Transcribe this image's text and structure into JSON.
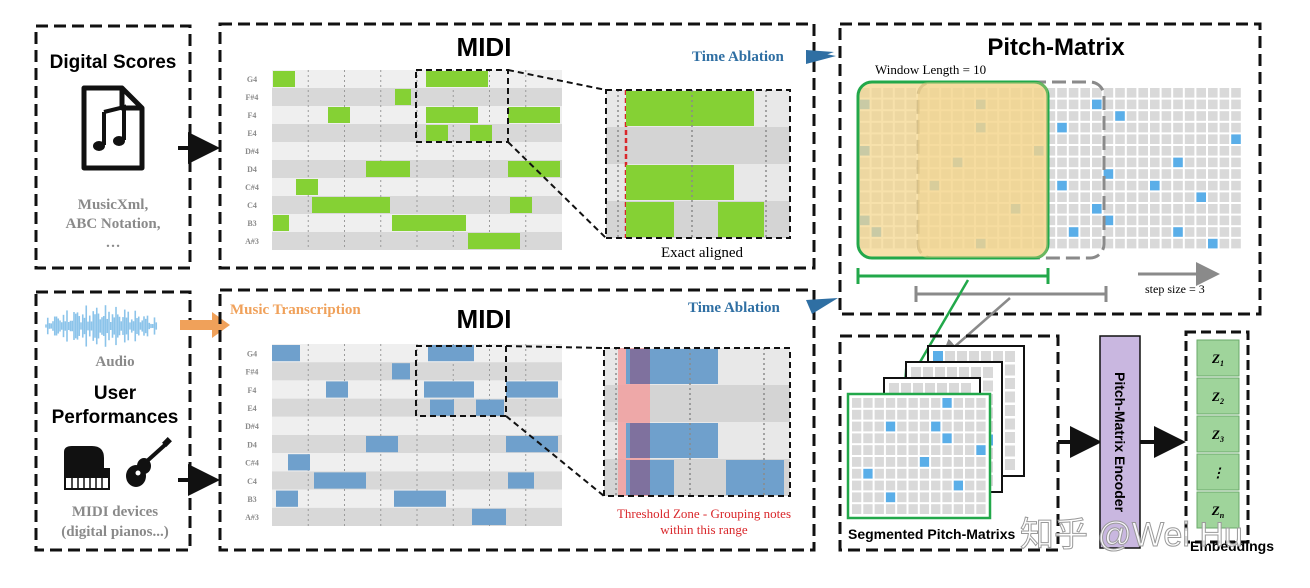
{
  "digital_scores": {
    "title": "Digital Scores",
    "formats": [
      "MusicXml,",
      "ABC Notation,",
      "…"
    ]
  },
  "user_performances": {
    "audio_label": "Audio",
    "title_line1": "User",
    "title_line2": "Performances",
    "devices": [
      "MIDI devices",
      "(digital pianos...)"
    ]
  },
  "midi": {
    "title": "MIDI",
    "pitches": [
      "G4",
      "F#4",
      "F4",
      "E4",
      "D#4",
      "D4",
      "C#4",
      "C4",
      "B3",
      "A#3"
    ],
    "exact_aligned": "Exact aligned",
    "threshold_zone": [
      "Threshold Zone - Grouping notes",
      "within this range"
    ],
    "music_transcription": "Music Transcription",
    "time_ablation": "Time Ablation"
  },
  "pitch_matrix": {
    "title": "Pitch-Matrix",
    "window_length": "Window Length = 10",
    "step_size": "step size = 3"
  },
  "segmented": {
    "label": "Segmented Pitch-Matrixs"
  },
  "encoder": {
    "label": "Pitch-Matrix Encoder"
  },
  "embeddings": {
    "label": "Embeddings",
    "items": [
      "Z",
      "Z",
      "Z",
      "⋮",
      "Z"
    ],
    "subscripts": [
      "1",
      "2",
      "3",
      "",
      "n"
    ]
  },
  "watermark": "知乎 @Wei Hu",
  "colors": {
    "score_note": "#85d134",
    "perf_note": "#6fa0cc",
    "matrix_cell": "#d9d9d9",
    "matrix_blue": "#5aaee8",
    "window_fill": "#f4d58a",
    "window_border": "#22a84a",
    "encoder_fill": "#c9b7e0",
    "embedding_fill": "#9fd49b",
    "threshold_text": "#d9262a",
    "transcription_arrow": "#f0a15a",
    "time_ablation": "#2f6fa3"
  },
  "icons": [
    "music-file-icon",
    "audio-waveform-icon",
    "piano-icon",
    "guitar-icon"
  ]
}
